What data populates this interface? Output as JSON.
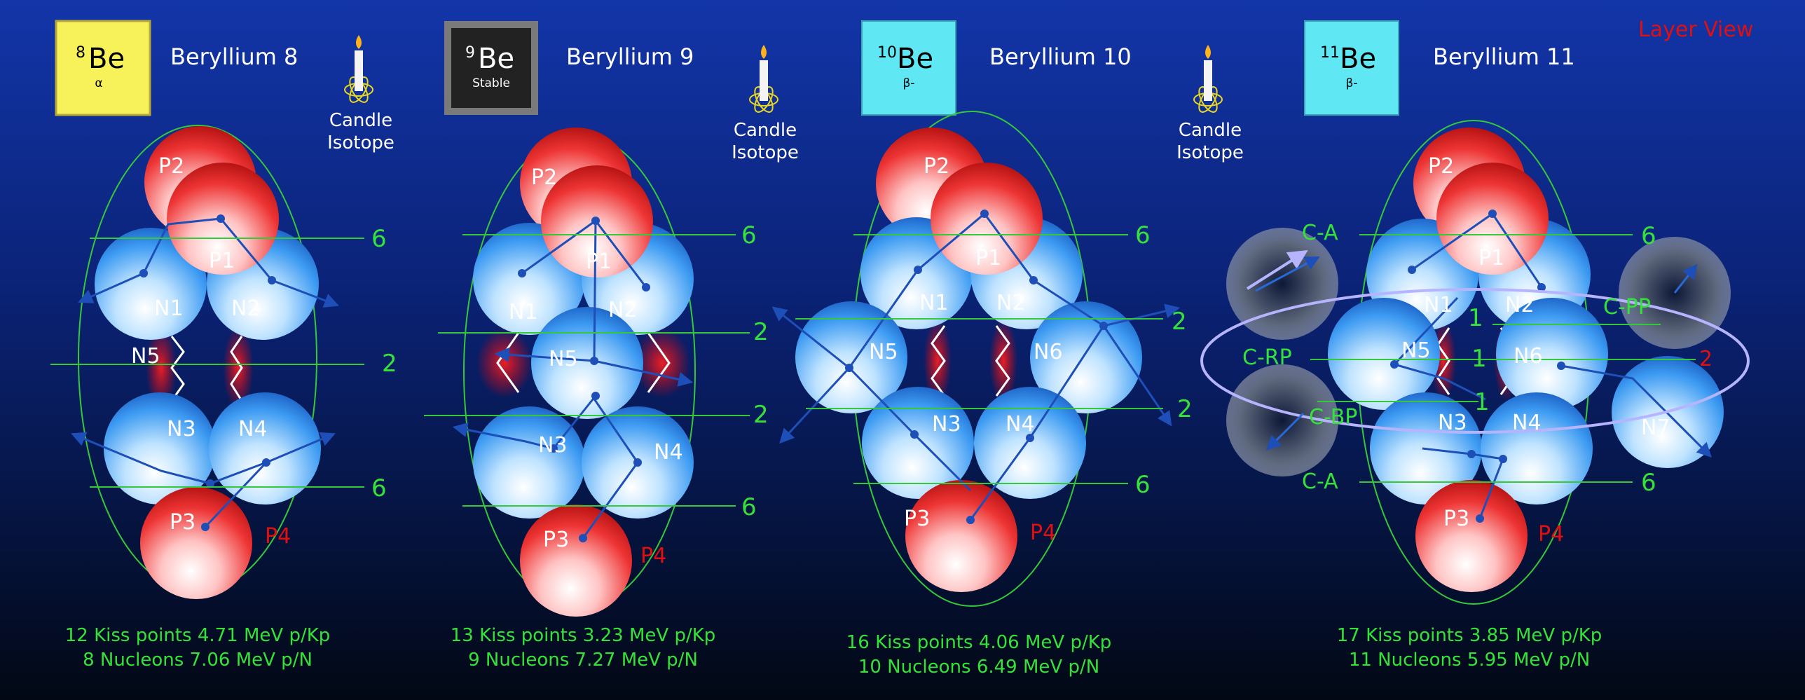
{
  "header": {
    "layer_view": "Layer View"
  },
  "panels": [
    {
      "element": {
        "mass": "8",
        "symbol": "Be",
        "decay": "α",
        "color": "#f7f25a"
      },
      "title": "Beryllium 8",
      "candle": {
        "line1": "Candle",
        "line2": "Isotope"
      },
      "stats": {
        "line1": "12 Kiss points 4.71 MeV p/Kp",
        "line2": "8 Nucleons 7.06 MeV p/N"
      },
      "nucleons": {
        "P2": "P2",
        "P1": "P1",
        "N1": "N1",
        "N2": "N2",
        "N5": "N5",
        "N3": "N3",
        "N4": "N4",
        "P3": "P3",
        "P4": "P4"
      },
      "layers": {
        "top": "6",
        "mid": "2",
        "bottom": "6"
      }
    },
    {
      "element": {
        "mass": "9",
        "symbol": "Be",
        "decay": "Stable",
        "color": "#222222"
      },
      "title": "Beryllium 9",
      "candle": {
        "line1": "Candle",
        "line2": "Isotope"
      },
      "stats": {
        "line1": "13 Kiss points 3.23 MeV p/Kp",
        "line2": "9 Nucleons 7.27 MeV p/N"
      },
      "nucleons": {
        "P2": "P2",
        "P1": "P1",
        "N1": "N1",
        "N2": "N2",
        "N5": "N5",
        "N3": "N3",
        "N4": "N4",
        "P3": "P3",
        "P4": "P4"
      },
      "layers": {
        "top": "6",
        "upper": "2",
        "lower": "2",
        "bottom": "6"
      }
    },
    {
      "element": {
        "mass": "10",
        "symbol": "Be",
        "decay": "β-",
        "color": "#5fe8f4"
      },
      "title": "Beryllium 10",
      "candle": {
        "line1": "Candle",
        "line2": "Isotope"
      },
      "stats": {
        "line1": "16 Kiss points 4.06 MeV p/Kp",
        "line2": "10 Nucleons 6.49 MeV p/N"
      },
      "nucleons": {
        "P2": "P2",
        "P1": "P1",
        "N1": "N1",
        "N2": "N2",
        "N5": "N5",
        "N6": "N6",
        "N3": "N3",
        "N4": "N4",
        "P3": "P3",
        "P4": "P4"
      },
      "layers": {
        "top": "6",
        "upper": "2",
        "lower": "2",
        "bottom": "6"
      }
    },
    {
      "element": {
        "mass": "11",
        "symbol": "Be",
        "decay": "β-",
        "color": "#5fe8f4"
      },
      "title": "Beryllium 11",
      "stats": {
        "line1": "17 Kiss points 3.85 MeV p/Kp",
        "line2": "11 Nucleons 5.95 MeV p/N"
      },
      "nucleons": {
        "P2": "P2",
        "P1": "P1",
        "N1": "N1",
        "N2": "N2",
        "N5": "N5",
        "N6": "N6",
        "N3": "N3",
        "N4": "N4",
        "N7": "N7",
        "P3": "P3",
        "P4": "P4"
      },
      "layers": {
        "top": "6",
        "mid": "2",
        "bottom": "6"
      },
      "ring_labels": {
        "ca_top": "C-A",
        "ca_bottom": "C-A",
        "crp": "C-RP",
        "cbp": "C-BP",
        "cpp": "C-PP",
        "one_a": "1",
        "one_b": "1",
        "one_c": "1"
      }
    }
  ]
}
